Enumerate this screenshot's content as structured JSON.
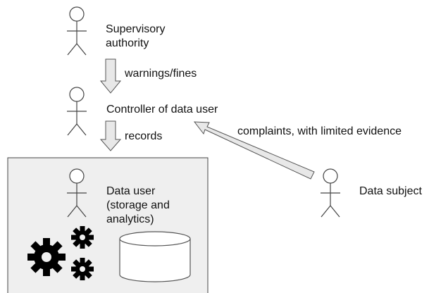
{
  "actors": {
    "supervisory_authority": {
      "label": "Supervisory\nauthority"
    },
    "controller": {
      "label": "Controller of data user"
    },
    "data_user": {
      "label": "Data user\n(storage and\nanalytics)"
    },
    "data_subject": {
      "label": "Data subject"
    }
  },
  "arrows": {
    "warnings": {
      "label": "warnings/fines"
    },
    "records": {
      "label": "records"
    },
    "complaints": {
      "label": "complaints, with limited evidence"
    }
  },
  "icons": {
    "gears": "gears-icon",
    "database": "database-cylinder-icon",
    "person": "stick-figure-icon"
  },
  "colors": {
    "box_fill": "#efefef",
    "arrow_fill": "#e8e8e8",
    "stroke": "#555555",
    "gear": "#000000"
  }
}
